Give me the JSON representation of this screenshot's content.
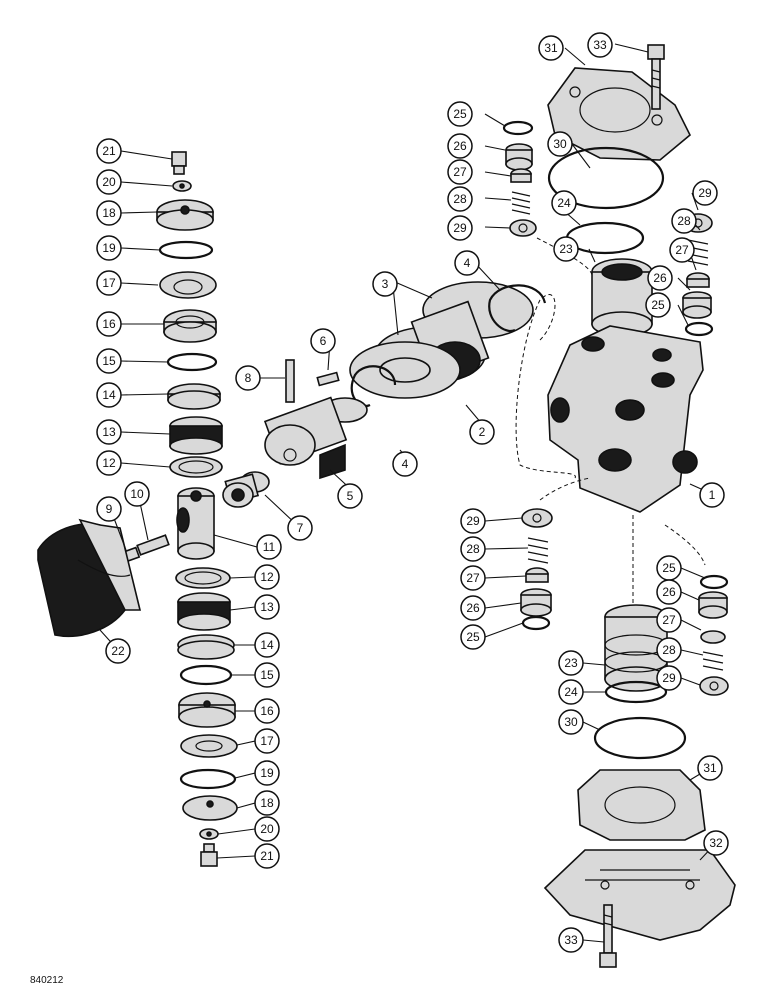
{
  "figure_code": "840212",
  "callouts": [
    {
      "id": "c33a",
      "label": "33"
    },
    {
      "id": "c31a",
      "label": "31"
    },
    {
      "id": "c30a",
      "label": "30"
    },
    {
      "id": "c25a",
      "label": "25"
    },
    {
      "id": "c26a",
      "label": "26"
    },
    {
      "id": "c27a",
      "label": "27"
    },
    {
      "id": "c28a",
      "label": "28"
    },
    {
      "id": "c29a",
      "label": "29"
    },
    {
      "id": "c24a",
      "label": "24"
    },
    {
      "id": "c23a",
      "label": "23"
    },
    {
      "id": "c29b",
      "label": "29"
    },
    {
      "id": "c28b",
      "label": "28"
    },
    {
      "id": "c27b",
      "label": "27"
    },
    {
      "id": "c26b",
      "label": "26"
    },
    {
      "id": "c25b",
      "label": "25"
    },
    {
      "id": "c3",
      "label": "3"
    },
    {
      "id": "c4a",
      "label": "4"
    },
    {
      "id": "c6",
      "label": "6"
    },
    {
      "id": "c8",
      "label": "8"
    },
    {
      "id": "c2",
      "label": "2"
    },
    {
      "id": "c4b",
      "label": "4"
    },
    {
      "id": "c5",
      "label": "5"
    },
    {
      "id": "c7",
      "label": "7"
    },
    {
      "id": "c1",
      "label": "1"
    },
    {
      "id": "c21a",
      "label": "21"
    },
    {
      "id": "c20a",
      "label": "20"
    },
    {
      "id": "c18a",
      "label": "18"
    },
    {
      "id": "c19a",
      "label": "19"
    },
    {
      "id": "c17a",
      "label": "17"
    },
    {
      "id": "c16a",
      "label": "16"
    },
    {
      "id": "c15a",
      "label": "15"
    },
    {
      "id": "c14a",
      "label": "14"
    },
    {
      "id": "c13a",
      "label": "13"
    },
    {
      "id": "c12a",
      "label": "12"
    },
    {
      "id": "c10",
      "label": "10"
    },
    {
      "id": "c9",
      "label": "9"
    },
    {
      "id": "c11",
      "label": "11"
    },
    {
      "id": "c12b",
      "label": "12"
    },
    {
      "id": "c13b",
      "label": "13"
    },
    {
      "id": "c22",
      "label": "22"
    },
    {
      "id": "c14b",
      "label": "14"
    },
    {
      "id": "c15b",
      "label": "15"
    },
    {
      "id": "c16b",
      "label": "16"
    },
    {
      "id": "c17b",
      "label": "17"
    },
    {
      "id": "c19b",
      "label": "19"
    },
    {
      "id": "c18b",
      "label": "18"
    },
    {
      "id": "c20b",
      "label": "20"
    },
    {
      "id": "c21b",
      "label": "21"
    },
    {
      "id": "c29c",
      "label": "29"
    },
    {
      "id": "c28c",
      "label": "28"
    },
    {
      "id": "c27c",
      "label": "27"
    },
    {
      "id": "c26c",
      "label": "26"
    },
    {
      "id": "c25c",
      "label": "25"
    },
    {
      "id": "c25d",
      "label": "25"
    },
    {
      "id": "c26d",
      "label": "26"
    },
    {
      "id": "c27d",
      "label": "27"
    },
    {
      "id": "c28d",
      "label": "28"
    },
    {
      "id": "c29d",
      "label": "29"
    },
    {
      "id": "c23b",
      "label": "23"
    },
    {
      "id": "c24b",
      "label": "24"
    },
    {
      "id": "c30b",
      "label": "30"
    },
    {
      "id": "c31b",
      "label": "31"
    },
    {
      "id": "c32",
      "label": "32"
    },
    {
      "id": "c33b",
      "label": "33"
    }
  ]
}
